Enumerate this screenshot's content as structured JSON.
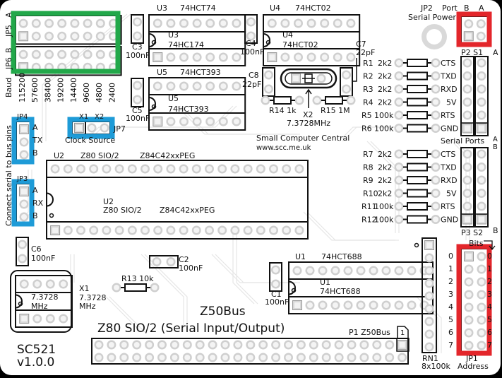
{
  "board": {
    "name": "SC521",
    "version": "v1.0.0",
    "title": "Z80 SIO/2 (Serial Input/Output)",
    "bus_title": "Z50Bus",
    "maker": "Small Computer Central",
    "url": "www.scc.me.uk",
    "highlight_colors": {
      "green": "#22a84a",
      "blue": "#1e9bd7",
      "red": "#e3262b"
    }
  },
  "jumpers": {
    "jp5": {
      "label": "JP5",
      "port": "A"
    },
    "jp6": {
      "label": "JP6",
      "port": "B"
    },
    "baud_label": "Baud",
    "baud_rates": [
      "115200",
      "57600",
      "38400",
      "19200",
      "14400",
      "9600",
      "4800",
      "2400"
    ],
    "jp4": {
      "label": "JP4",
      "pins": [
        "A",
        "TX",
        "B"
      ]
    },
    "jp3": {
      "label": "JP3",
      "pins": [
        "A",
        "RX",
        "B"
      ]
    },
    "bus_pins_label": "Connect serial to bus pins",
    "jp7": {
      "label": "JP7",
      "pins": [
        "X1",
        "X2"
      ],
      "caption": "Clock Source"
    },
    "jp2": {
      "label": "JP2",
      "port_label": "Port",
      "ports": [
        "B",
        "A"
      ],
      "caption": "Serial Power"
    },
    "jp1": {
      "label": "JP1",
      "caption": "Address",
      "bits_label": "Bits",
      "bits": [
        "0",
        "1",
        "2",
        "3",
        "4",
        "5",
        "6",
        "7"
      ]
    }
  },
  "chips": {
    "u1": {
      "ref": "U1",
      "part": "74HCT688"
    },
    "u2": {
      "ref": "U2",
      "part": "Z80 SIO/2",
      "part2": "Z84C42xxPEG"
    },
    "u3": {
      "ref": "U3",
      "part_top": "74HCT74",
      "part": "74HC174"
    },
    "u4": {
      "ref": "U4",
      "part": "74HCT02"
    },
    "u5": {
      "ref": "U5",
      "part": "74HCT393"
    }
  },
  "capacitors": [
    {
      "ref": "C1",
      "value": "100nF"
    },
    {
      "ref": "C2",
      "value": "100nF"
    },
    {
      "ref": "C3",
      "value": "100nF"
    },
    {
      "ref": "C4",
      "value": "100nF"
    },
    {
      "ref": "C5",
      "value": "100nF"
    },
    {
      "ref": "C6",
      "value": "100nF"
    },
    {
      "ref": "C7",
      "value": "22pF"
    },
    {
      "ref": "C8",
      "value": "22pF"
    }
  ],
  "crystals": {
    "x1": {
      "ref": "X1",
      "freq": "7.3728",
      "unit": "MHz"
    },
    "x2": {
      "ref": "X2",
      "freq": "7.3728MHz"
    }
  },
  "resistors_misc": {
    "r13": "R13  10k",
    "r14": "R14   1k",
    "r15": "R15  1M"
  },
  "serial_a": {
    "resistors": [
      {
        "ref": "R1",
        "value": "2k2",
        "signal": "CTS"
      },
      {
        "ref": "R2",
        "value": "2k2",
        "signal": "TXD"
      },
      {
        "ref": "R3",
        "value": "2k2",
        "signal": "RXD"
      },
      {
        "ref": "R4",
        "value": "2k2",
        "signal": "5V"
      },
      {
        "ref": "R5",
        "value": "100k",
        "signal": "RTS"
      },
      {
        "ref": "R6",
        "value": "100k",
        "signal": "GND"
      }
    ],
    "headers": "P2 S1",
    "port": "A"
  },
  "serial_b": {
    "resistors": [
      {
        "ref": "R7",
        "value": "2k2",
        "signal": "CTS"
      },
      {
        "ref": "R8",
        "value": "2k2",
        "signal": "TXD"
      },
      {
        "ref": "R9",
        "value": "2k2",
        "signal": "RXD"
      },
      {
        "ref": "R10",
        "value": "2k2",
        "signal": "5V"
      },
      {
        "ref": "R11",
        "value": "100k",
        "signal": "RTS"
      },
      {
        "ref": "R12",
        "value": "100k",
        "signal": "GND"
      }
    ],
    "headers": "P3 S2",
    "port": "B"
  },
  "serial_ports_label": "Serial Ports",
  "port_letters": {
    "a": "A",
    "b": "B"
  },
  "rn1": {
    "ref": "RN1",
    "value": "8x100k"
  },
  "p1": {
    "ref": "P1  Z50Bus",
    "pin1": "1"
  }
}
